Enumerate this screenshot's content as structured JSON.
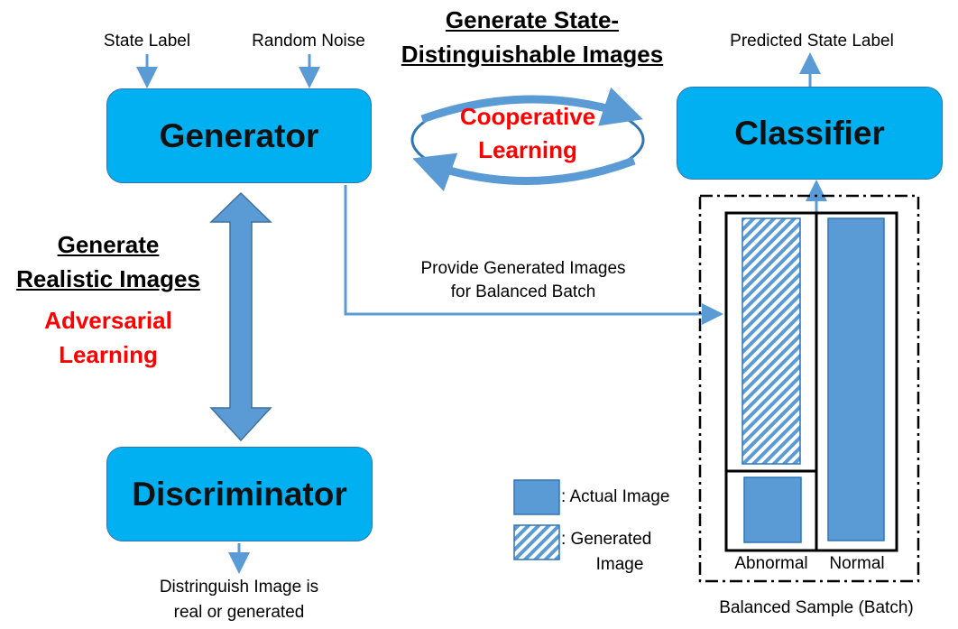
{
  "generator": {
    "label": "Generator",
    "inputs": [
      "State Label",
      "Random Noise"
    ]
  },
  "classifier": {
    "label": "Classifier",
    "output": "Predicted State Label"
  },
  "discriminator": {
    "label": "Discriminator",
    "output_line1": "Distringuish Image is",
    "output_line2": "real or generated"
  },
  "cooperative": {
    "heading_line1": "Generate State-",
    "heading_line2": "Distinguishable Images",
    "label_line1": "Cooperative",
    "label_line2": "Learning"
  },
  "adversarial": {
    "heading_line1": "Generate",
    "heading_line2": "Realistic Images",
    "label_line1": "Adversarial",
    "label_line2": "Learning"
  },
  "flow": {
    "provide_line1": "Provide Generated Images",
    "provide_line2": "for Balanced Batch"
  },
  "batch": {
    "abnormal": "Abnormal",
    "normal": "Normal",
    "caption": "Balanced Sample (Batch)"
  },
  "legend": {
    "actual": ": Actual Image",
    "generated_line1": ": Generated",
    "generated_line2": "Image"
  },
  "colors": {
    "box_fill": "#00b0f0",
    "arrow": "#5b9bd5",
    "emphasis": "#ff0000"
  }
}
